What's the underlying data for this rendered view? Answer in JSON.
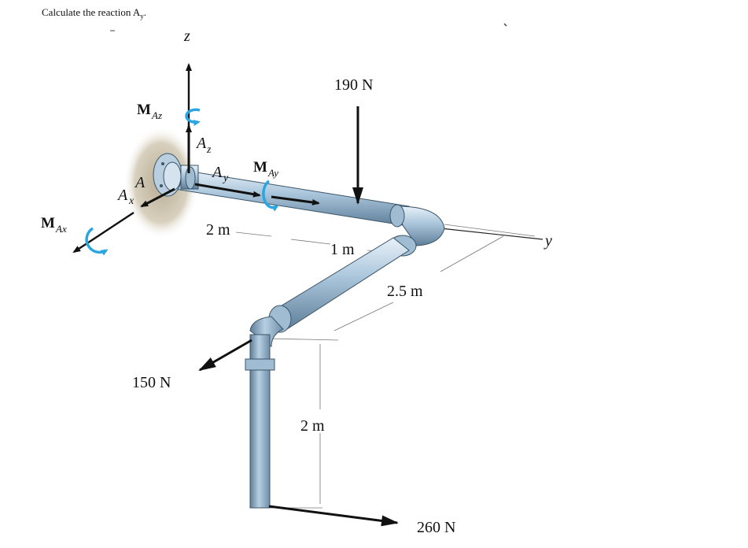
{
  "question": {
    "text": "Calculate the reaction A",
    "subscript": "y",
    "suffix": "."
  },
  "diagram": {
    "axes": {
      "z": "z",
      "y": "y"
    },
    "moments": {
      "mx": "M",
      "mx_sub": "Ax",
      "my": "M",
      "my_sub": "Ay",
      "mz": "M",
      "mz_sub": "Az"
    },
    "reactions": {
      "ax": "A",
      "ax_sub": "x",
      "ay": "A",
      "ay_sub": "y",
      "az": "A",
      "az_sub": "z"
    },
    "support_label": "A",
    "forces": {
      "f190": "190 N",
      "f150": "150 N",
      "f260": "260 N"
    },
    "dimensions": {
      "d1": "2 m",
      "d2": "1 m",
      "d3": "2.5 m",
      "d4": "2 m"
    }
  }
}
